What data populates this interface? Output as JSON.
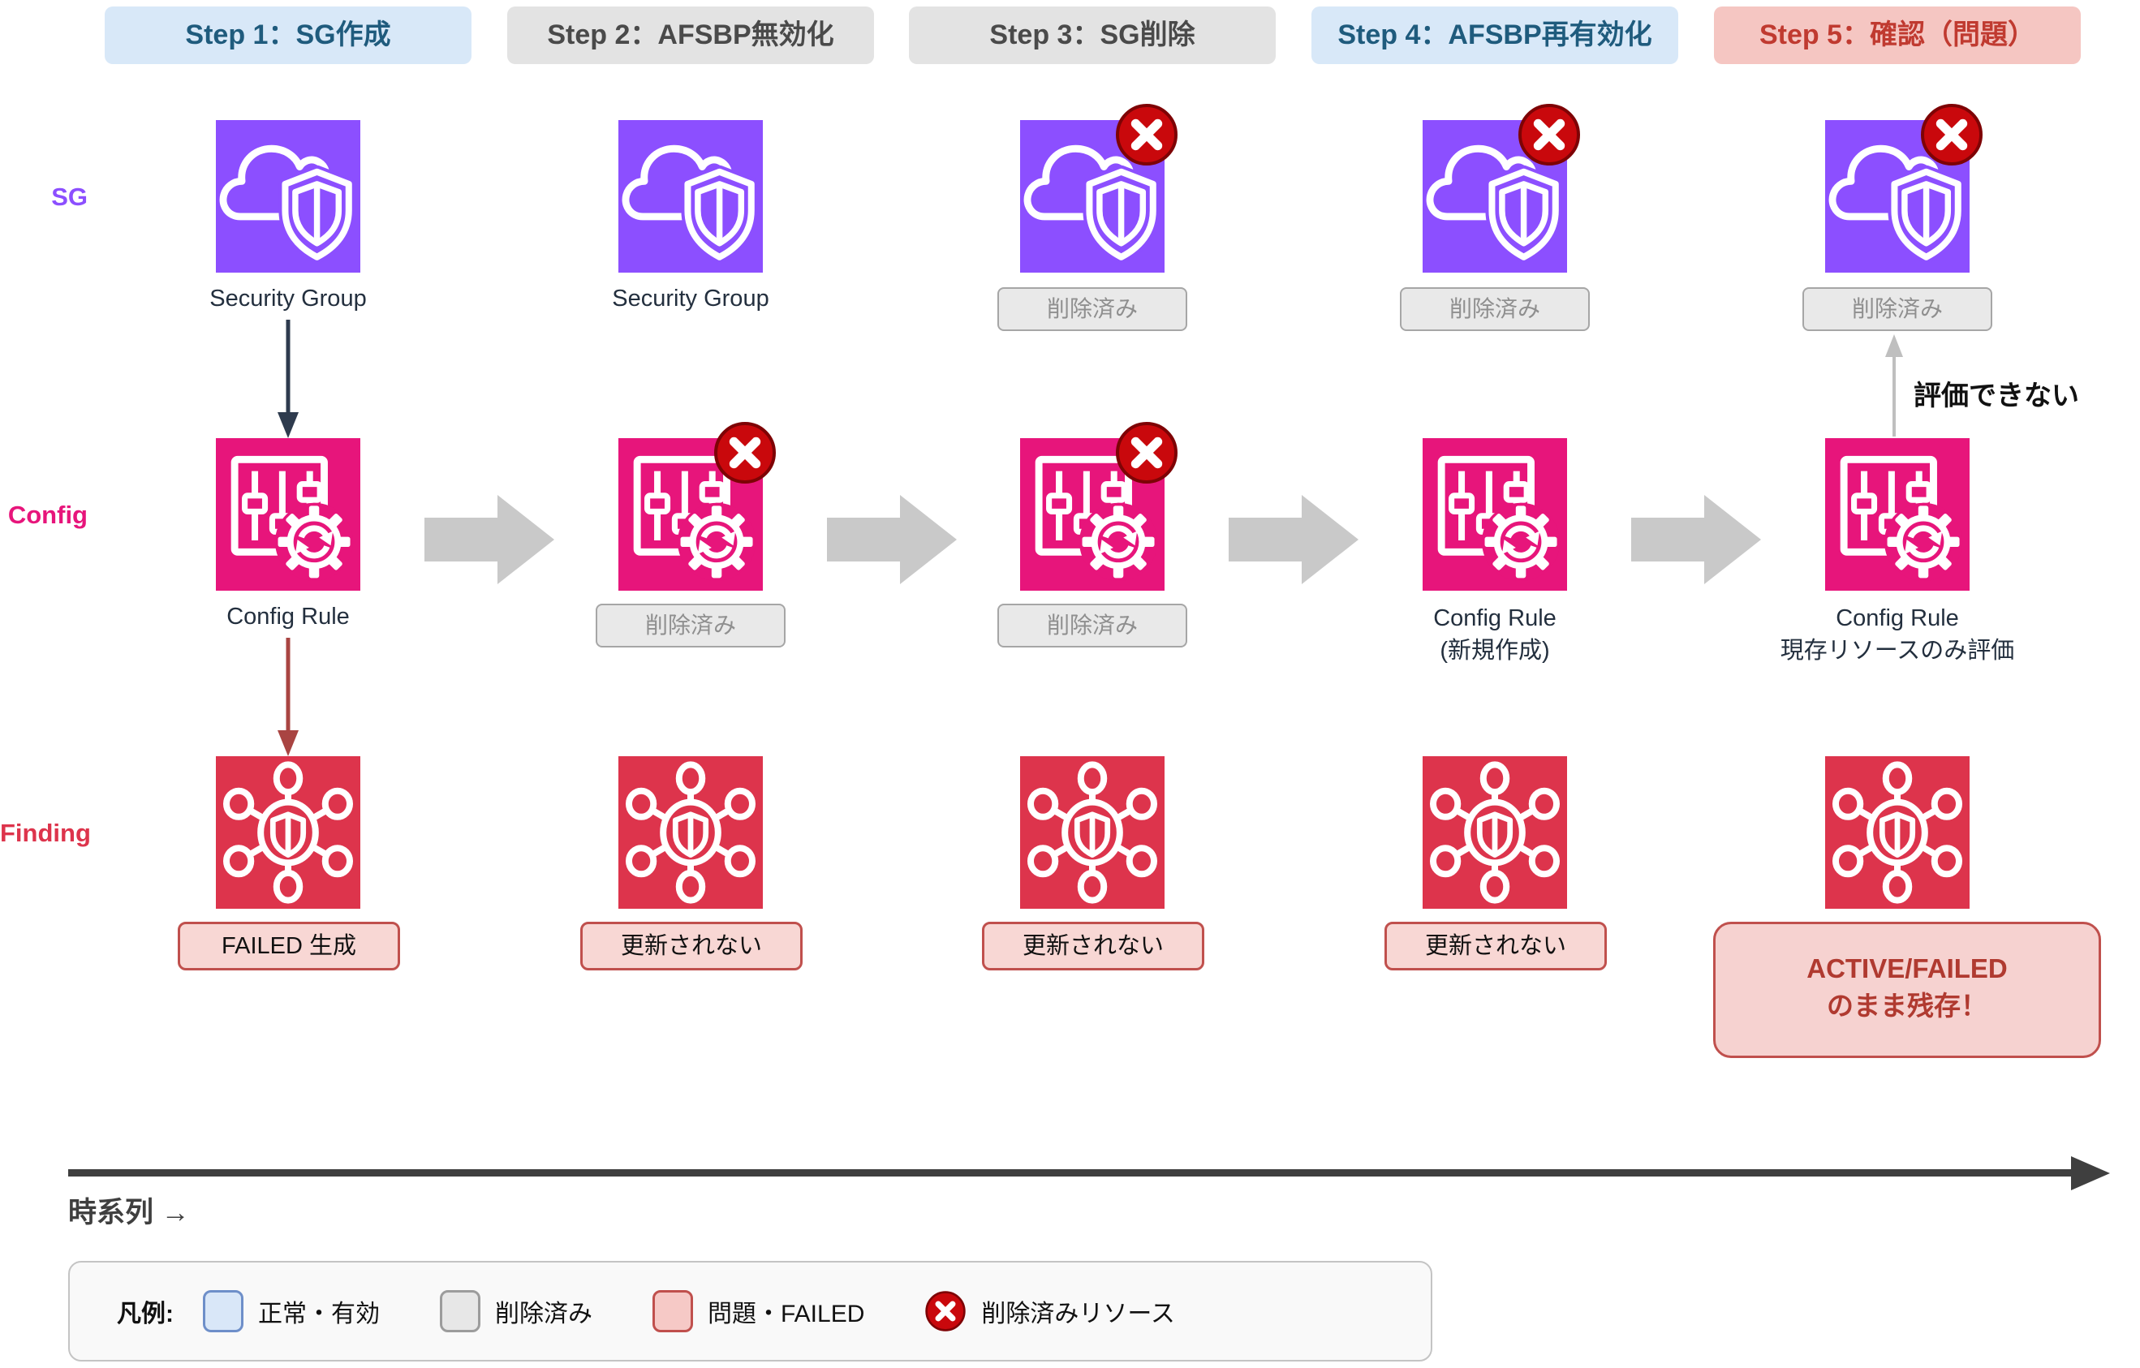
{
  "steps": [
    {
      "label": "Step 1：SG作成",
      "variant": "blue"
    },
    {
      "label": "Step 2：AFSBP無効化",
      "variant": "gray"
    },
    {
      "label": "Step 3：SG削除",
      "variant": "gray"
    },
    {
      "label": "Step 4：AFSBP再有効化",
      "variant": "blue"
    },
    {
      "label": "Step 5：確認（問題）",
      "variant": "red"
    }
  ],
  "rows": {
    "sg": "SG",
    "config": "Config",
    "finding": "Finding"
  },
  "sg": {
    "cells": [
      {
        "caption": "Security Group"
      },
      {
        "caption": "Security Group"
      },
      {
        "status": "削除済み"
      },
      {
        "status": "削除済み"
      },
      {
        "status": "削除済み"
      }
    ]
  },
  "config": {
    "cells": [
      {
        "caption": "Config Rule"
      },
      {
        "status": "削除済み"
      },
      {
        "status": "削除済み"
      },
      {
        "line1": "Config Rule",
        "line2": "(新規作成)"
      },
      {
        "line1": "Config Rule",
        "line2": "現存リソースのみ評価"
      }
    ]
  },
  "finding": {
    "cells": [
      {
        "status": "FAILED 生成"
      },
      {
        "status": "更新されない"
      },
      {
        "status": "更新されない"
      },
      {
        "status": "更新されない"
      },
      {
        "line1": "ACTIVE/FAILED",
        "line2": "のまま残存！"
      }
    ]
  },
  "annotations": {
    "cannot_evaluate": "評価できない",
    "timeline": "時系列 →"
  },
  "legend": {
    "title": "凡例:",
    "items": [
      {
        "label": "正常・有効",
        "swatch": "blue"
      },
      {
        "label": "削除済み",
        "swatch": "gray"
      },
      {
        "label": "問題・FAILED",
        "swatch": "pink"
      },
      {
        "label": "削除済みリソース",
        "swatch": "x-badge"
      }
    ]
  },
  "icons": {
    "security_group": "cloud-shield-icon",
    "config_rule": "sliders-gear-icon",
    "finding": "hub-shield-icon",
    "deleted_badge": "x-circle-icon"
  },
  "colors": {
    "sg_accent": "#8C4FFF",
    "config_accent": "#E7157B",
    "finding_accent": "#DD344C",
    "badge_red": "#C9080C",
    "header_blue_bg": "#D8E8F8",
    "header_blue_text": "#1F5B7D",
    "header_gray_bg": "#E3E3E3",
    "header_gray_text": "#4A4A4A",
    "header_red_bg": "#F5C6C2",
    "header_red_text": "#C03A30",
    "deleted_bg": "#E9E9E9",
    "deleted_text": "#8F8F8F",
    "problem_bg": "#F8D7D4",
    "problem_border": "#C0504D",
    "flow_arrow": "#C9C9C9",
    "timeline": "#3F3F3F"
  }
}
